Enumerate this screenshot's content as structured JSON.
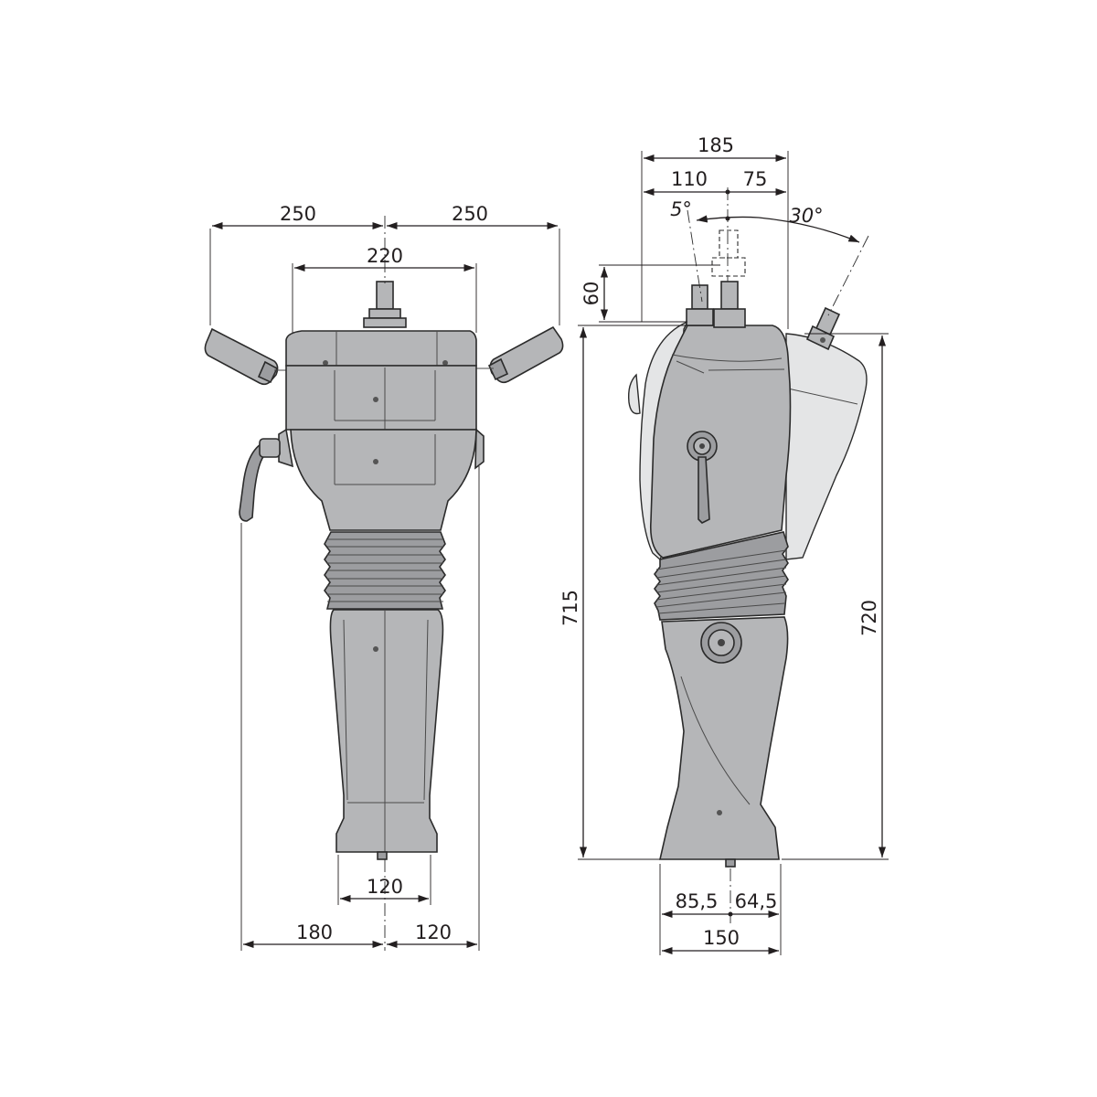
{
  "front_view": {
    "dims": {
      "handle_left": "250",
      "handle_right": "250",
      "head_width": "220",
      "foot_width": "120",
      "base_left": "180",
      "base_right": "120"
    }
  },
  "side_view": {
    "dims": {
      "total_depth": "185",
      "depth_front": "110",
      "depth_rear": "75",
      "angle_small": "5°",
      "angle_large": "30°",
      "shaft_height": "60",
      "height_left": "715",
      "height_right": "720",
      "foot_left": "85,5",
      "foot_right": "64,5",
      "foot_total": "150"
    }
  },
  "colors": {
    "body": "#b5b6b8",
    "line": "#231f20",
    "background": "#ffffff"
  }
}
